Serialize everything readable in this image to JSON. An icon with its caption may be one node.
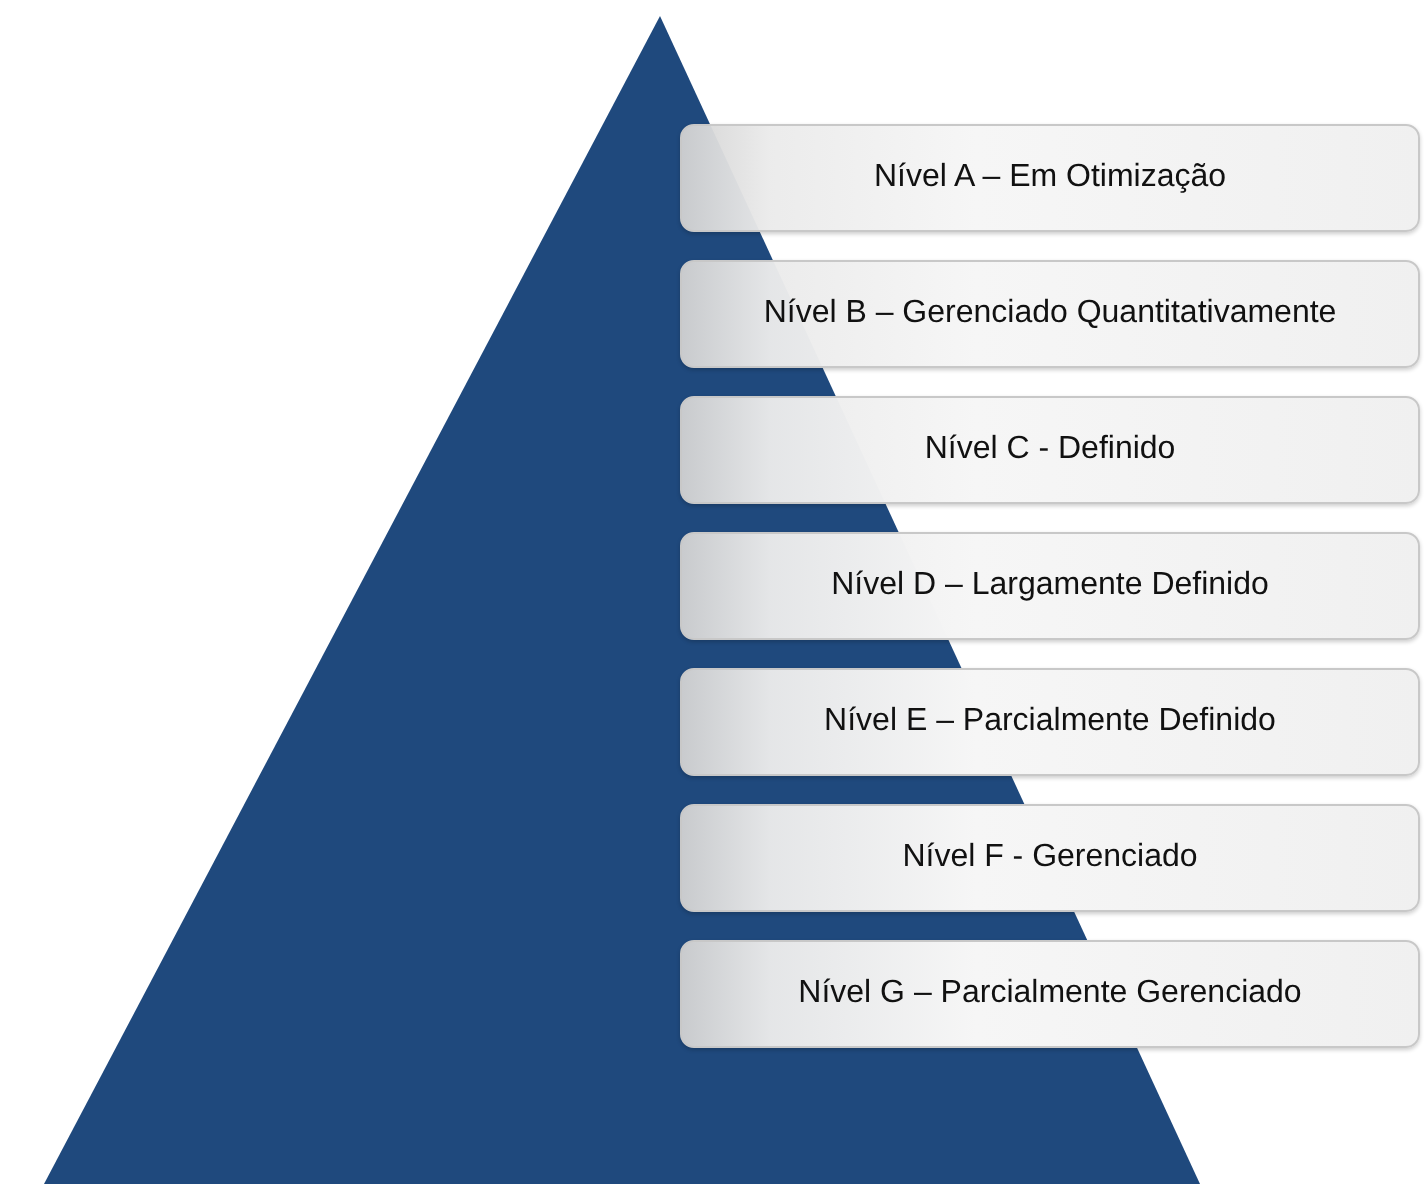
{
  "diagram": {
    "nodes": [
      {
        "text": [
          "Nível A – Em Otimização"
        ]
      },
      {
        "text": [
          "Nível B – Gerenciado Quantitativamente"
        ]
      },
      {
        "text": [
          "Nível C - Definido"
        ]
      },
      {
        "text": [
          "Nível D – Largamente Definido"
        ]
      },
      {
        "text": [
          "Nível E – Parcialmente Definido"
        ]
      },
      {
        "text": [
          "Nível F - Gerenciado"
        ]
      },
      {
        "text": [
          "Nível G – Parcialmente Gerenciado"
        ]
      }
    ]
  }
}
